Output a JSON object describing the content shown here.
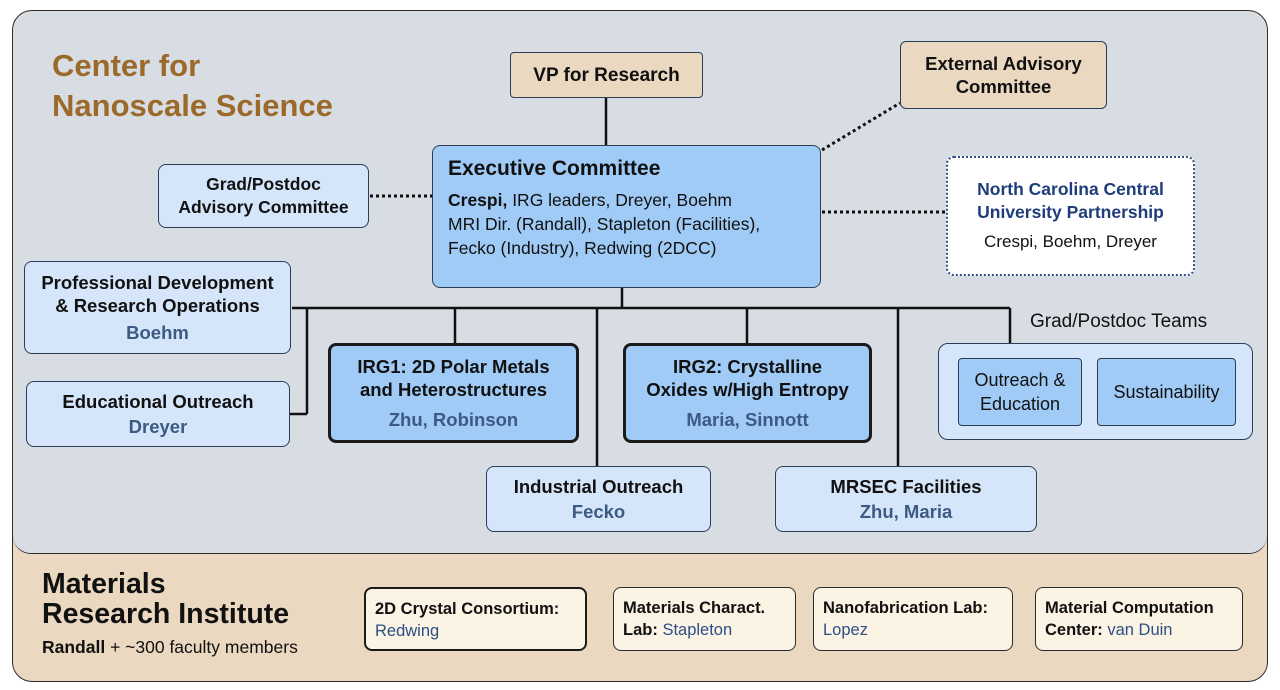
{
  "center": {
    "title": "Center for\nNanoscale Science"
  },
  "vp": {
    "label": "VP for Research"
  },
  "external_advisory": {
    "label": "External Advisory\nCommittee"
  },
  "grad_advisory": {
    "label": "Grad/Postdoc\nAdvisory Committee"
  },
  "executive": {
    "title": "Executive Committee",
    "chair": "Crespi,",
    "members_rest": " IRG leaders, Dreyer, Boehm",
    "members_more": "MRI Dir. (Randall), Stapleton (Facilities),\nFecko (Industry), Redwing (2DCC)"
  },
  "nccu": {
    "title": "North Carolina Central\nUniversity Partnership",
    "members": "Crespi, Boehm, Dreyer"
  },
  "prof_dev": {
    "label": "Professional Development\n& Research Operations",
    "lead": "Boehm"
  },
  "edu_outreach": {
    "label": "Educational Outreach",
    "lead": "Dreyer"
  },
  "irg1": {
    "label": "IRG1: 2D Polar Metals\nand Heterostructures",
    "lead": "Zhu, Robinson"
  },
  "irg2": {
    "label": "IRG2: Crystalline\nOxides w/High Entropy",
    "lead": "Maria, Sinnott"
  },
  "industrial": {
    "label": "Industrial Outreach",
    "lead": "Fecko"
  },
  "facilities": {
    "label": "MRSEC Facilities",
    "lead": "Zhu, Maria"
  },
  "teams": {
    "label": "Grad/Postdoc Teams",
    "items": [
      "Outreach &\nEducation",
      "Sustainability"
    ]
  },
  "mri": {
    "title": "Materials\nResearch Institute",
    "director": "Randall",
    "members": " + ~300 faculty members",
    "labs": [
      {
        "name": "2D Crystal Consortium:",
        "lead": "Redwing"
      },
      {
        "name": "Materials Charact.",
        "name2": "Lab:",
        "lead": "Stapleton"
      },
      {
        "name": "Nanofabrication Lab:",
        "lead": "Lopez"
      },
      {
        "name": "Material Computation",
        "name2": "Center:",
        "lead": "van Duin"
      }
    ]
  },
  "colors": {
    "center_title": "#9b6a2a",
    "lead_text": "#3c5a82",
    "light_box": "#d5e6fa",
    "mid_box": "#9fcbf6",
    "tan": "#ead8c0"
  }
}
